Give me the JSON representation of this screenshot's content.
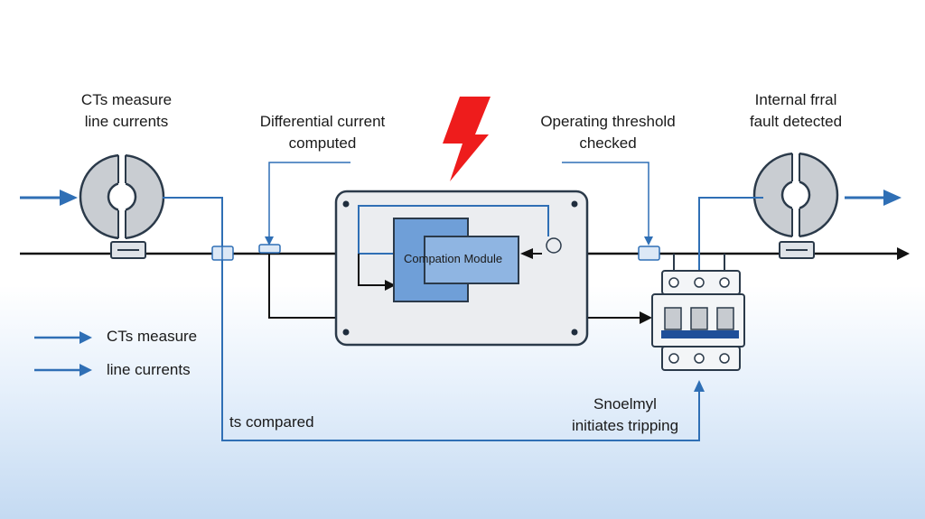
{
  "labels": {
    "ct_left": [
      "CTs measure",
      "line currents"
    ],
    "differential": [
      "Differential current",
      "computed"
    ],
    "threshold": [
      "Operating threshold",
      "checked"
    ],
    "fault": [
      "Internal frral",
      "fault detected"
    ],
    "compared": "ts compared",
    "tripping": [
      "Snoelmyl",
      "initiates tripping"
    ],
    "module": "Compation Module"
  },
  "legend": {
    "items": [
      {
        "label": "CTs measure",
        "icon": "arrow-right-icon"
      },
      {
        "label": "line currents",
        "icon": "arrow-right-icon"
      }
    ]
  },
  "colors": {
    "line_blue": "#2f6fb5",
    "ct_gray": "#c9cdd2",
    "ct_outline": "#2b3a4a",
    "module_blue": "#6f9fd8",
    "panel_fill": "#ebedf0",
    "bolt_red": "#ee1c1c",
    "wire_black": "#111111"
  }
}
